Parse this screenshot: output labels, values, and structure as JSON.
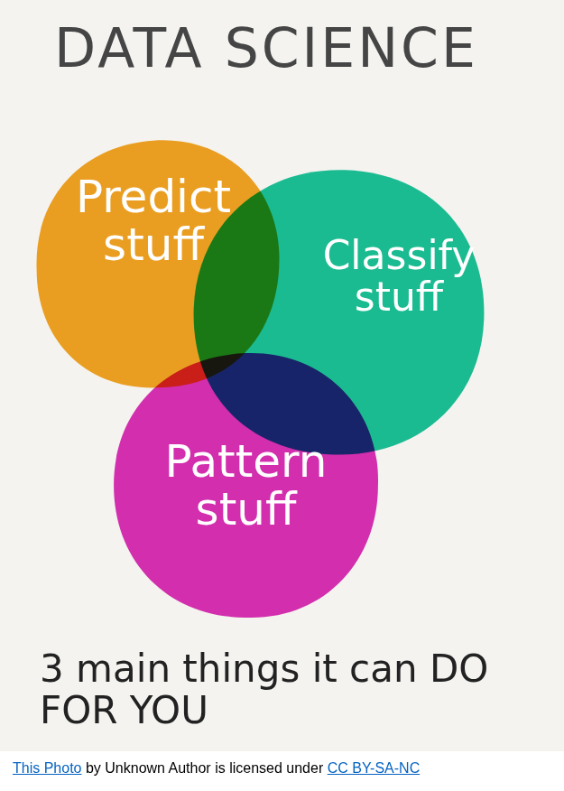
{
  "diagram": {
    "title": "DATA SCIENCE",
    "caption": "3 main things it can DO FOR YOU",
    "nodes": [
      {
        "text": [
          "Predict stuff"
        ]
      },
      {
        "text": [
          "Classify stuff"
        ]
      },
      {
        "text": [
          "Pattern stuff"
        ]
      }
    ],
    "labels": [
      "This Photo",
      "by Unknown Author is licensed under",
      "CC BY-SA-NC"
    ]
  }
}
